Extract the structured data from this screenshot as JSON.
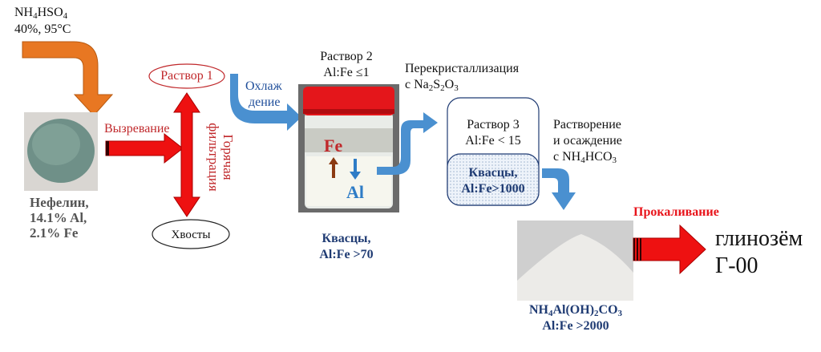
{
  "reagent": {
    "formula_main": "NH",
    "sub1": "4",
    "formula_rest": "HSO",
    "sub2": "4",
    "conditions": "40%, 95°C"
  },
  "nepheline": {
    "lines": [
      "Нефелин,",
      "14.1% Al,",
      "2.1% Fe"
    ]
  },
  "step_ripening": "Вызревание",
  "solution1": "Раствор 1",
  "hot_filtration": "Горячая фильтрация",
  "tailings": "Хвосты",
  "cooling": [
    "Охлаж",
    "дение"
  ],
  "solution2": {
    "title": "Раствор 2",
    "ratio": "Al:Fe ≤1"
  },
  "jar": {
    "fe": "Fe",
    "al": "Al"
  },
  "alum1": {
    "title": "Квасцы,",
    "ratio": "Al:Fe >70"
  },
  "recrystallization": {
    "title": "Перекристаллизация",
    "prefix": "с Na",
    "s1": "2",
    "mid": "S",
    "s2": "2",
    "o": "O",
    "s3": "3"
  },
  "solution3": {
    "title": "Раствор 3",
    "ratio": "Al:Fe < 15"
  },
  "alum2": {
    "title": "Квасцы,",
    "ratio": "Al:Fe>1000"
  },
  "dissolution": {
    "l1": "Растворение",
    "l2": "и осаждение",
    "prefix": "с NH",
    "s1": "4",
    "rest": "HCO",
    "s2": "3"
  },
  "calcination": "Прокаливание",
  "product": {
    "l1": "глинозём",
    "l2": "Г-00"
  },
  "carbonate": {
    "a": "NH",
    "s1": "4",
    "b": "Al(OH)",
    "s2": "2",
    "c": "CO",
    "s3": "3",
    "ratio": "Al:Fe >2000"
  },
  "colors": {
    "orange": "#e87722",
    "red": "#ee1111",
    "blue": "#4a90d0",
    "navy": "#1f3b73",
    "accent_red": "#c0282b"
  }
}
